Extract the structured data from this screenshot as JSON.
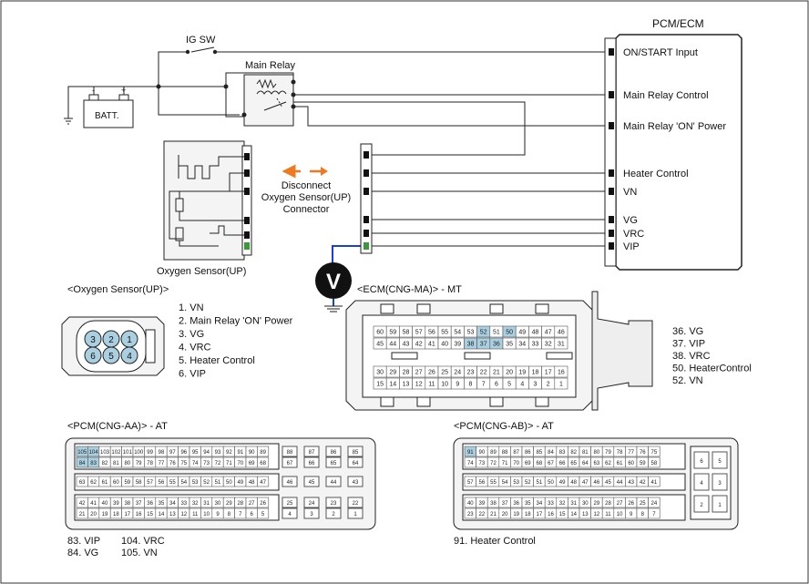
{
  "pcm_ecm": {
    "title": "PCM/ECM",
    "pins": [
      "ON/START Input",
      "Main Relay Control",
      "Main Relay 'ON' Power",
      "Heater Control",
      "VN",
      "VG",
      "VRC",
      "VIP"
    ]
  },
  "ig_sw_label": "IG SW",
  "main_relay_label": "Main Relay",
  "battery_label": "BATT.",
  "battery_minus": "-",
  "battery_plus": "+",
  "oxygen_sensor_label": "Oxygen Sensor(UP)",
  "disconnect_note": [
    "Disconnect",
    "Oxygen Sensor(UP)",
    "Connector"
  ],
  "voltmeter_symbol": "V",
  "o2_connector": {
    "title": "<Oxygen Sensor(UP)>",
    "pin_labels": [
      "3",
      "2",
      "1",
      "6",
      "5",
      "4"
    ],
    "legend": [
      "1. VN",
      "2. Main Relay 'ON' Power",
      "3. VG",
      "4. VRC",
      "5. Heater Control",
      "6. VIP"
    ],
    "highlight_color": "#2e8b2e"
  },
  "ecm_mt": {
    "title": "<ECM(CNG-MA)> - MT",
    "row1": [
      "60",
      "59",
      "58",
      "57",
      "56",
      "55",
      "54",
      "53",
      "52",
      "51",
      "50",
      "49",
      "48",
      "47",
      "46"
    ],
    "row2": [
      "45",
      "44",
      "43",
      "42",
      "41",
      "40",
      "39",
      "38",
      "37",
      "36",
      "35",
      "34",
      "33",
      "32",
      "31"
    ],
    "row3": [
      "30",
      "29",
      "28",
      "27",
      "26",
      "25",
      "24",
      "23",
      "22",
      "21",
      "20",
      "19",
      "18",
      "17",
      "16"
    ],
    "row4": [
      "15",
      "14",
      "13",
      "12",
      "11",
      "10",
      "9",
      "8",
      "7",
      "6",
      "5",
      "4",
      "3",
      "2",
      "1"
    ],
    "highlighted": [
      "52",
      "50",
      "38",
      "37",
      "36"
    ],
    "legend": [
      "36. VG",
      "37. VIP",
      "38. VRC",
      "50. HeaterControl",
      "52. VN"
    ]
  },
  "pcm_aa": {
    "title": "<PCM(CNG-AA)> - AT",
    "row1": [
      "105",
      "104",
      "103",
      "102",
      "101",
      "100",
      "99",
      "98",
      "97",
      "96",
      "95",
      "94",
      "93",
      "92",
      "91",
      "90",
      "89"
    ],
    "row2": [
      "84",
      "83",
      "82",
      "81",
      "80",
      "79",
      "78",
      "77",
      "76",
      "75",
      "74",
      "73",
      "72",
      "71",
      "70",
      "69",
      "68"
    ],
    "row3": [
      "63",
      "62",
      "61",
      "60",
      "59",
      "58",
      "57",
      "56",
      "55",
      "54",
      "53",
      "52",
      "51",
      "50",
      "49",
      "48",
      "47"
    ],
    "row4": [
      "42",
      "41",
      "40",
      "39",
      "38",
      "37",
      "36",
      "35",
      "34",
      "33",
      "32",
      "31",
      "30",
      "29",
      "28",
      "27",
      "26"
    ],
    "row5": [
      "21",
      "20",
      "19",
      "18",
      "17",
      "16",
      "15",
      "14",
      "13",
      "12",
      "11",
      "10",
      "9",
      "8",
      "7",
      "6",
      "5"
    ],
    "side_top": [
      "88",
      "87",
      "86",
      "85"
    ],
    "side_mid": [
      "67",
      "66",
      "65",
      "64"
    ],
    "side_row3": [
      "46",
      "45",
      "44",
      "43"
    ],
    "side_row4": [
      "25",
      "24",
      "23",
      "22"
    ],
    "side_row5": [
      "4",
      "3",
      "2",
      "1"
    ],
    "highlighted": [
      "105",
      "104",
      "84",
      "83"
    ],
    "legend_a": [
      "83. VIP",
      "84. VG"
    ],
    "legend_b": [
      "104. VRC",
      "105. VN"
    ]
  },
  "pcm_ab": {
    "title": "<PCM(CNG-AB)> - AT",
    "row1": [
      "91",
      "90",
      "89",
      "88",
      "87",
      "86",
      "85",
      "84",
      "83",
      "82",
      "81",
      "80",
      "79",
      "78",
      "77",
      "76",
      "75"
    ],
    "row2": [
      "74",
      "73",
      "72",
      "71",
      "70",
      "69",
      "68",
      "67",
      "66",
      "65",
      "64",
      "63",
      "62",
      "61",
      "60",
      "59",
      "58"
    ],
    "row3": [
      "57",
      "56",
      "55",
      "54",
      "53",
      "52",
      "51",
      "50",
      "49",
      "48",
      "47",
      "46",
      "45",
      "44",
      "43",
      "42",
      "41"
    ],
    "row4": [
      "40",
      "39",
      "38",
      "37",
      "36",
      "35",
      "34",
      "33",
      "32",
      "31",
      "30",
      "29",
      "28",
      "27",
      "26",
      "25",
      "24"
    ],
    "row5": [
      "23",
      "22",
      "21",
      "20",
      "19",
      "18",
      "17",
      "16",
      "15",
      "14",
      "13",
      "12",
      "11",
      "10",
      "9",
      "8",
      "7"
    ],
    "side": [
      "6",
      "5",
      "4",
      "3",
      "2",
      "1"
    ],
    "highlighted": [
      "91"
    ],
    "legend": "91. Heater Control"
  },
  "colors": {
    "highlight": "#a9cfe0",
    "wire_blue": "#1a3fd6",
    "arrow_orange": "#f07820",
    "pin_green": "#3a9a3a"
  }
}
